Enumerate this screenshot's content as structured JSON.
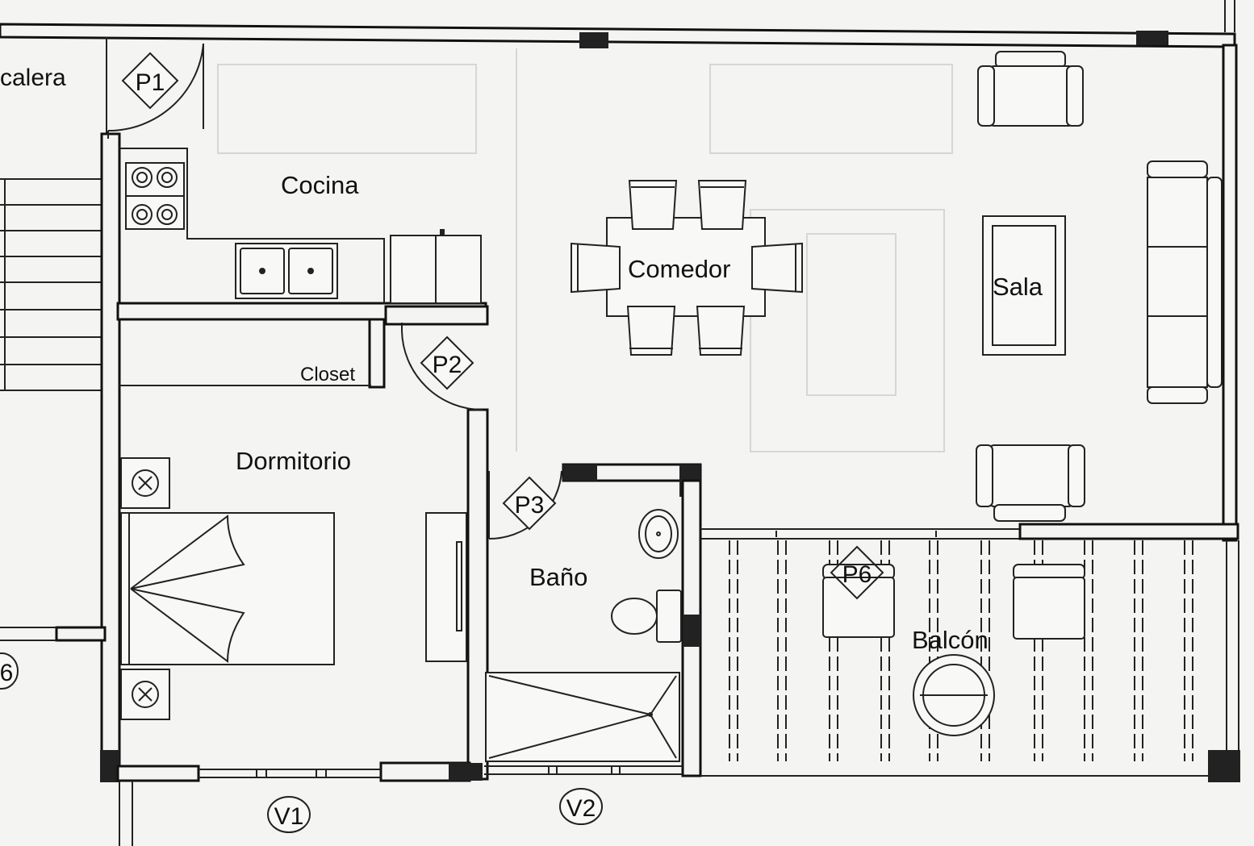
{
  "rooms": {
    "escalera": "calera",
    "cocina": "Cocina",
    "comedor": "Comedor",
    "sala": "Sala",
    "closet": "Closet",
    "dormitorio": "Dormitorio",
    "bano": "Baño",
    "balcon": "Balcón"
  },
  "door_tags": {
    "p1": "P1",
    "p2": "P2",
    "p3": "P3",
    "p6": "P6"
  },
  "window_tags": {
    "v1": "V1",
    "v2": "V2",
    "edge": "6"
  }
}
